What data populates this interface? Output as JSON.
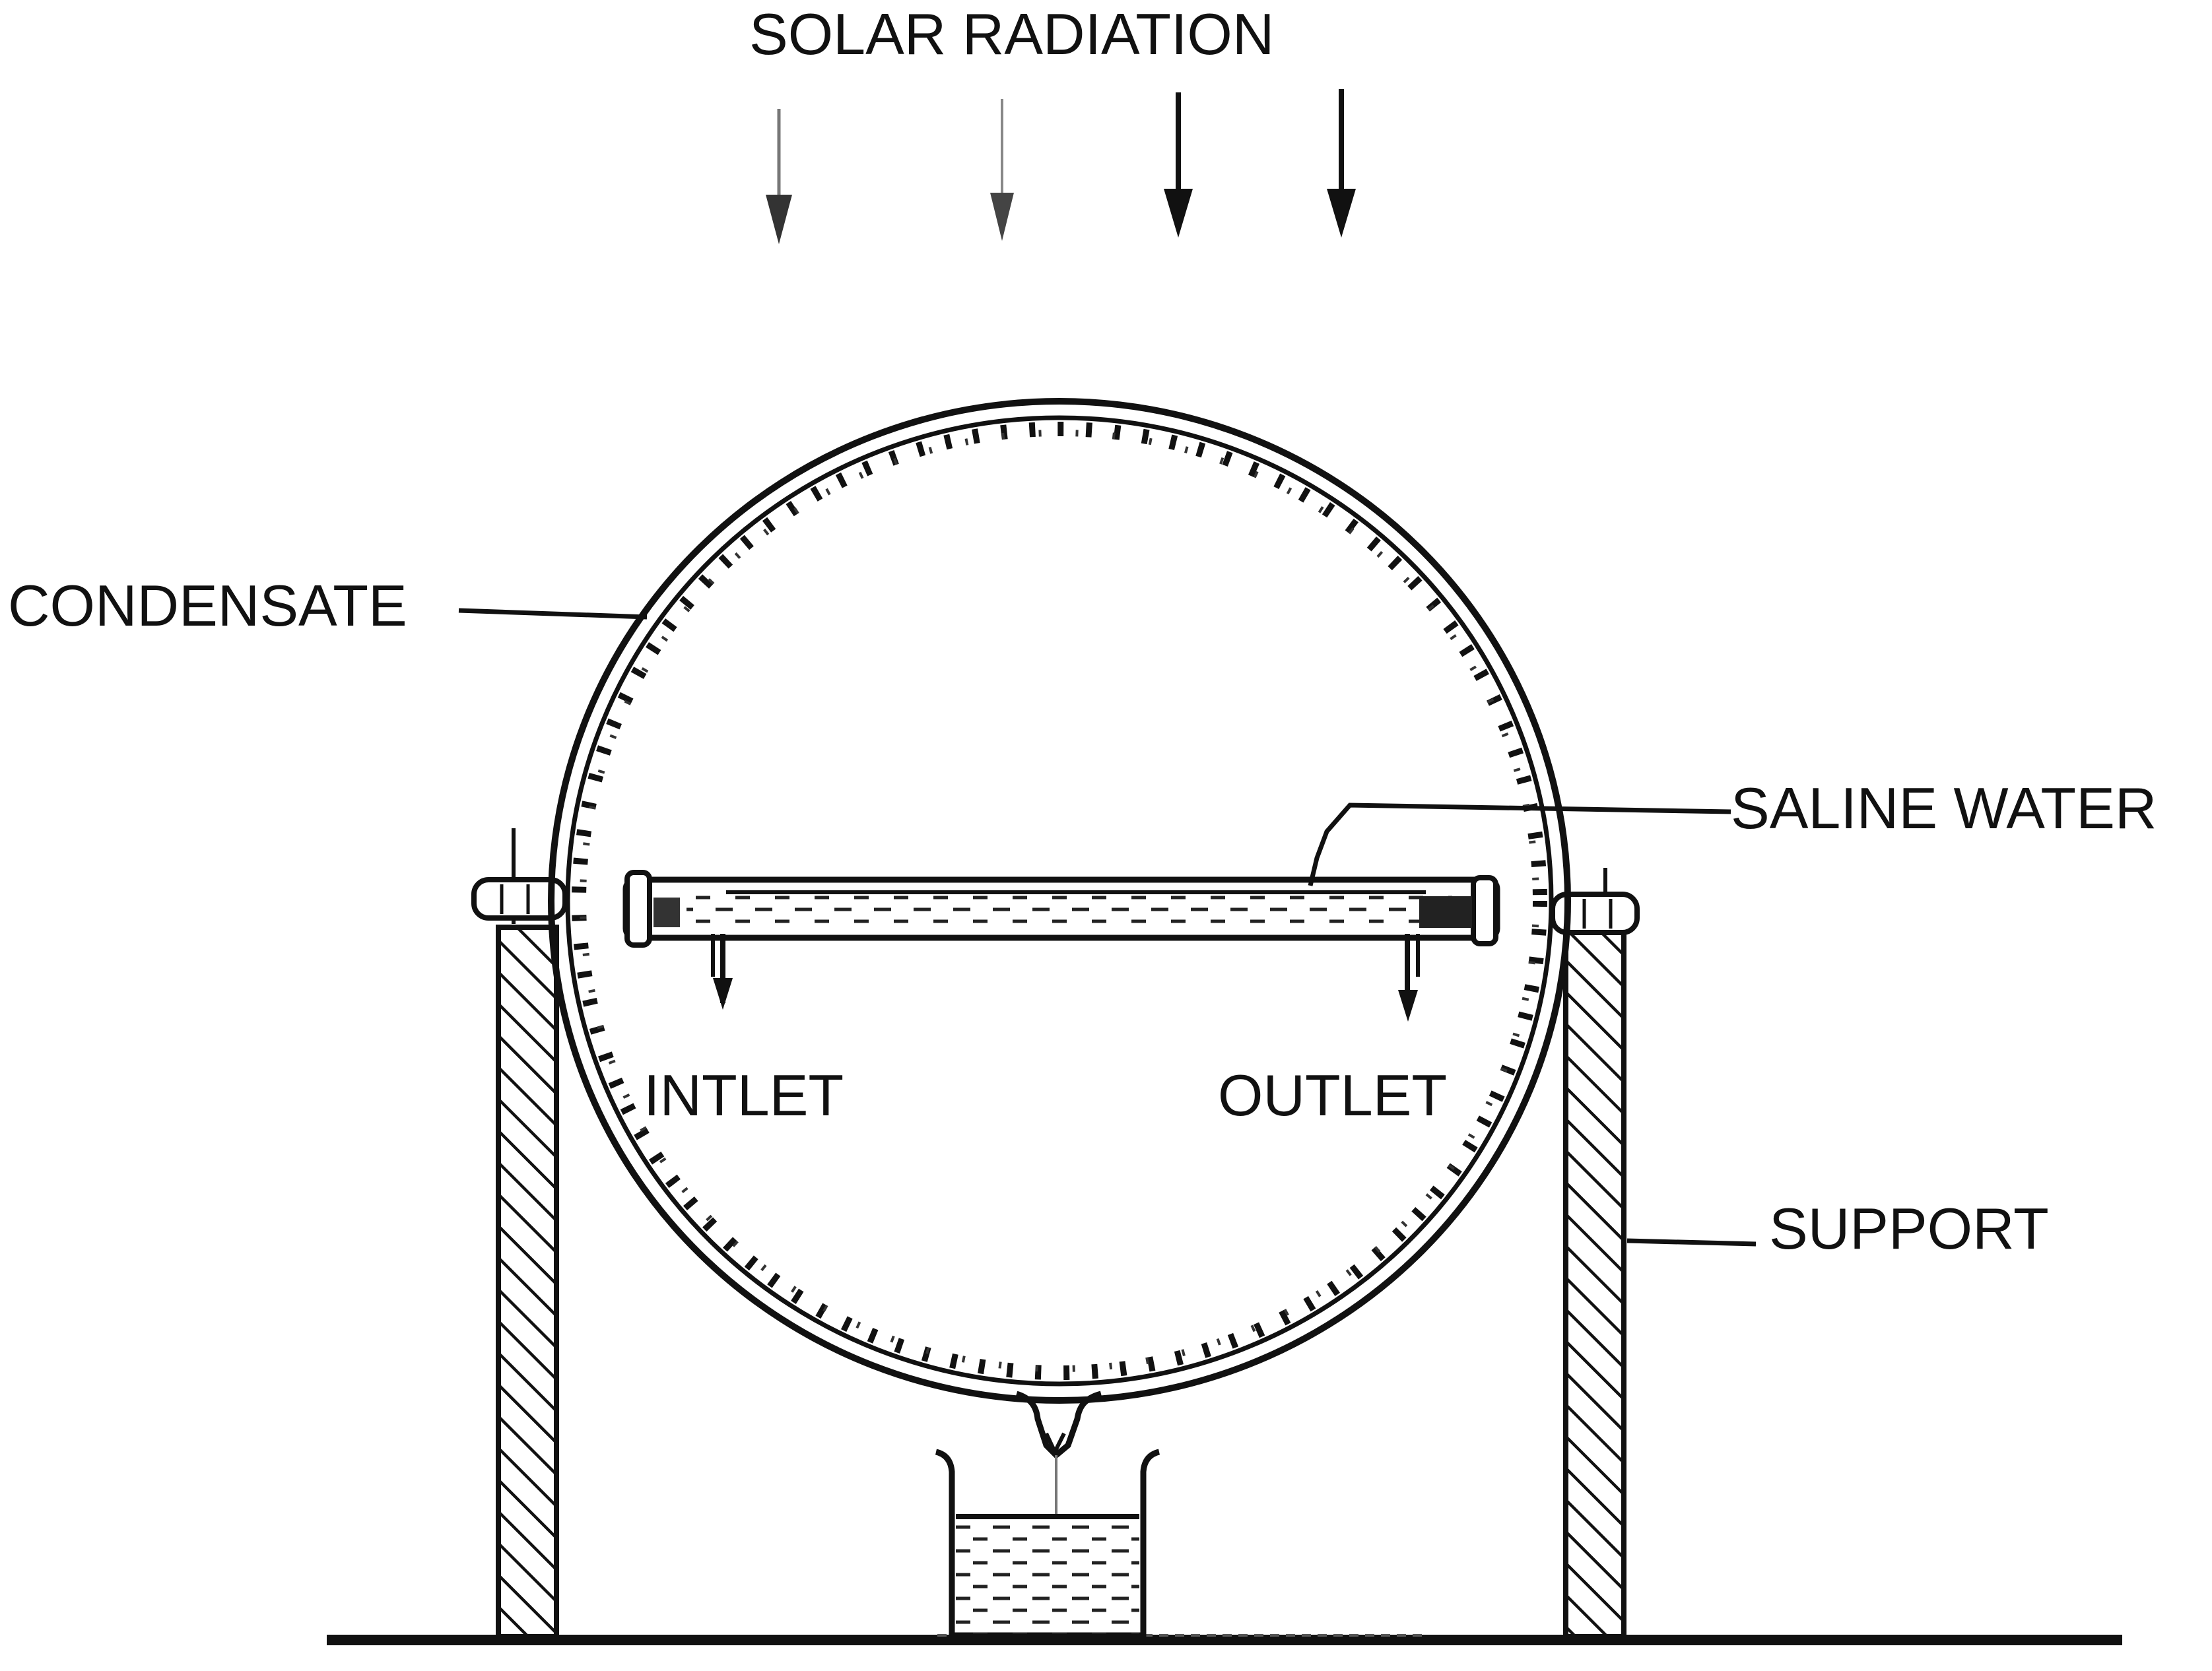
{
  "labels": {
    "solar_radiation": "SOLAR RADIATION",
    "condensate": "CONDENSATE",
    "saline_water": "SALINE WATER",
    "intlet": "INTLET",
    "outlet": "OUTLET",
    "support": "SUPPORT"
  },
  "colors": {
    "ink": "#111111",
    "background": "#ffffff"
  }
}
